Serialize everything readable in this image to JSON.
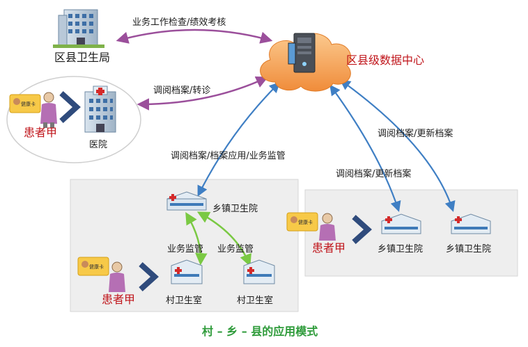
{
  "nodes": {
    "county_health_bureau": "区县卫生局",
    "data_center": "区县级数据中心",
    "hospital": "医院",
    "patient_hospital": "患者甲",
    "township_center": "乡镇卫生院",
    "township_right_1": "乡镇卫生院",
    "township_right_2": "乡镇卫生院",
    "village_1": "村卫生室",
    "village_2": "村卫生室",
    "patient_village": "患者甲",
    "patient_township": "患者甲",
    "health_card": "健康卡"
  },
  "edges": {
    "bureau_datacenter": "业务工作检查/绩效考核",
    "datacenter_hospital": "调阅档案/转诊",
    "datacenter_township": "调阅档案/档案应用/业务监管",
    "datacenter_township_right_2": "调阅档案/更新档案",
    "datacenter_township_right_1": "调阅档案/更新档案",
    "township_village_1": "业务监管",
    "township_village_2": "业务监管"
  },
  "caption": "村 – 乡 – 县的应用模式",
  "colors": {
    "purple_arrow": "#9b4f9b",
    "blue_arrow": "#3f7fc4",
    "green_arrow": "#7ac943",
    "cloud_fill": "#f6a55c",
    "red_text": "#c0151b",
    "caption_green": "#2e9b3a"
  }
}
